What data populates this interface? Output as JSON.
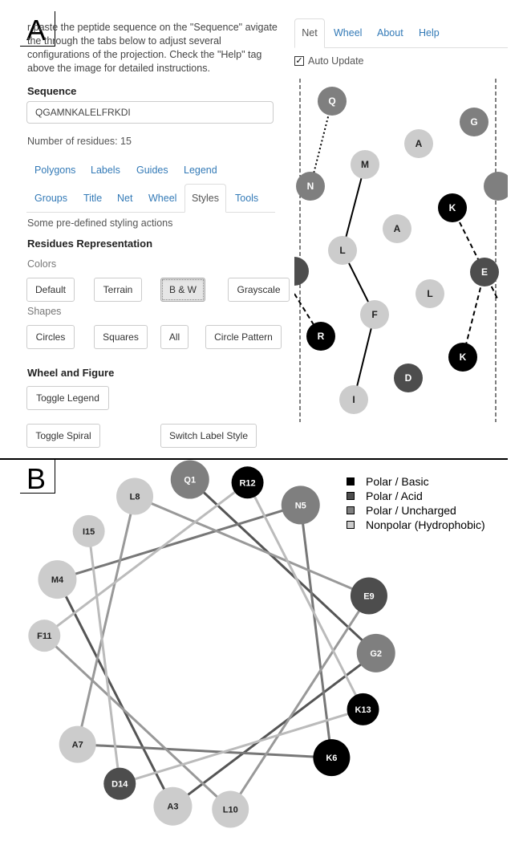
{
  "panel_labels": {
    "a": "A",
    "b": "B"
  },
  "intro_text": "r paste the peptide sequence on the \"Sequence\" avigate the through the tabs below to adjust several configurations of the projection. Check the \"Help\" tag above the image for detailed instructions.",
  "sequence": {
    "label": "Sequence",
    "value": "QGAMNKALELFRKDI"
  },
  "residue_count": "Number of residues: 15",
  "tabs_row1": [
    "Polygons",
    "Labels",
    "Guides",
    "Legend"
  ],
  "tabs_row2": [
    "Groups",
    "Title",
    "Net",
    "Wheel",
    "Styles",
    "Tools"
  ],
  "active_tab": "Styles",
  "styles_hint": "Some pre-defined styling actions",
  "residues_representation": {
    "heading": "Residues Representation",
    "colors_label": "Colors",
    "color_buttons": [
      "Default",
      "Terrain",
      "B & W",
      "Grayscale"
    ],
    "shapes_label": "Shapes",
    "shape_buttons": [
      "Circles",
      "Squares",
      "All",
      "Circle Pattern"
    ]
  },
  "wheel_and_figure": {
    "heading": "Wheel and Figure",
    "buttons": [
      "Toggle Legend",
      "Toggle Spiral",
      "Switch Label Style"
    ]
  },
  "top_tabs": [
    "Net",
    "Wheel",
    "About",
    "Help"
  ],
  "top_active": "Net",
  "auto_update": {
    "label": "Auto Update",
    "checked": true
  },
  "colors": {
    "polar_basic": "#000000",
    "polar_acid": "#4d4d4d",
    "polar_uncharged": "#7f7f7f",
    "nonpolar": "#cccccc",
    "link": "#337ab7"
  },
  "net_residues": [
    {
      "label": "Q",
      "group": "polar_uncharged"
    },
    {
      "label": "G",
      "group": "polar_uncharged"
    },
    {
      "label": "A",
      "group": "nonpolar"
    },
    {
      "label": "M",
      "group": "nonpolar"
    },
    {
      "label": "N",
      "group": "polar_uncharged"
    },
    {
      "label": "K",
      "group": "polar_basic"
    },
    {
      "label": "A",
      "group": "nonpolar"
    },
    {
      "label": "L",
      "group": "nonpolar"
    },
    {
      "label": "E",
      "group": "polar_acid"
    },
    {
      "label": "L",
      "group": "nonpolar"
    },
    {
      "label": "F",
      "group": "nonpolar"
    },
    {
      "label": "R",
      "group": "polar_basic"
    },
    {
      "label": "K",
      "group": "polar_basic"
    },
    {
      "label": "D",
      "group": "polar_acid"
    },
    {
      "label": "I",
      "group": "nonpolar"
    }
  ],
  "wheel_residues": [
    {
      "label": "Q1",
      "group": "polar_uncharged"
    },
    {
      "label": "G2",
      "group": "polar_uncharged"
    },
    {
      "label": "A3",
      "group": "nonpolar"
    },
    {
      "label": "M4",
      "group": "nonpolar"
    },
    {
      "label": "N5",
      "group": "polar_uncharged"
    },
    {
      "label": "K6",
      "group": "polar_basic"
    },
    {
      "label": "A7",
      "group": "nonpolar"
    },
    {
      "label": "L8",
      "group": "nonpolar"
    },
    {
      "label": "E9",
      "group": "polar_acid"
    },
    {
      "label": "L10",
      "group": "nonpolar"
    },
    {
      "label": "F11",
      "group": "nonpolar"
    },
    {
      "label": "R12",
      "group": "polar_basic"
    },
    {
      "label": "K13",
      "group": "polar_basic"
    },
    {
      "label": "D14",
      "group": "polar_acid"
    },
    {
      "label": "I15",
      "group": "nonpolar"
    }
  ],
  "legend": [
    {
      "label": "Polar / Basic",
      "group": "polar_basic"
    },
    {
      "label": "Polar / Acid",
      "group": "polar_acid"
    },
    {
      "label": "Polar / Uncharged",
      "group": "polar_uncharged"
    },
    {
      "label": "Nonpolar (Hydrophobic)",
      "group": "nonpolar"
    }
  ]
}
